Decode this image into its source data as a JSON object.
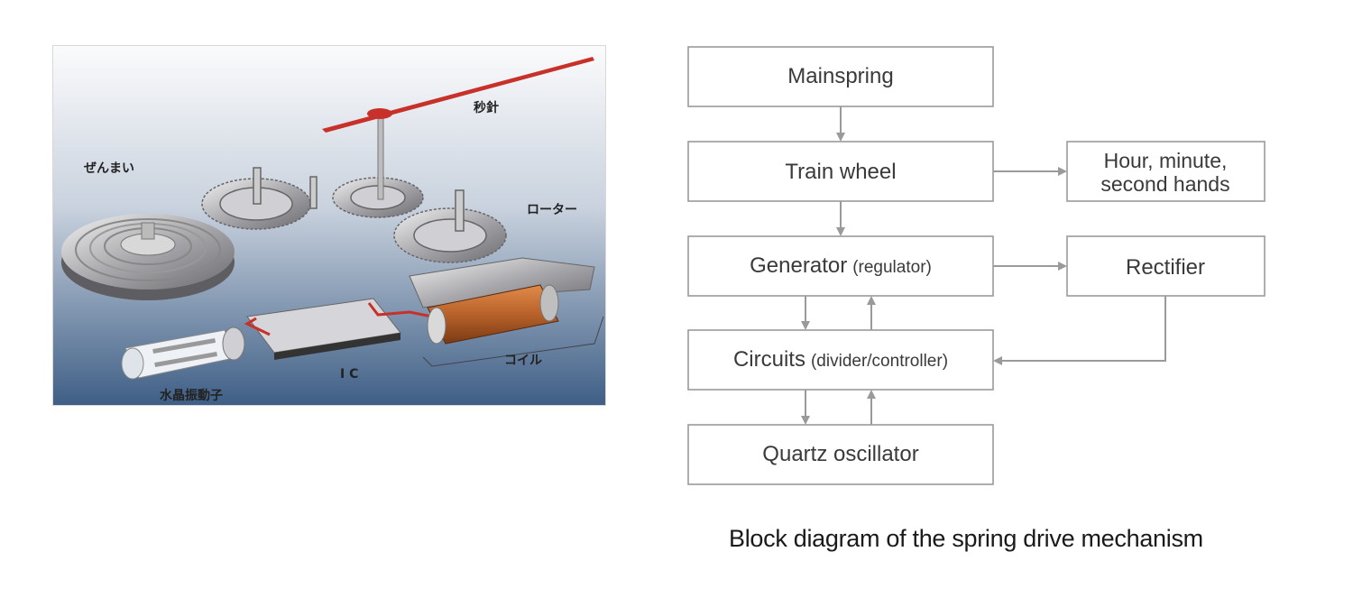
{
  "illustration": {
    "labels": {
      "second_hand": "秒針",
      "mainspring": "ぜんまい",
      "rotor": "ローター",
      "ic": "I C",
      "coil": "コイル",
      "crystal": "水晶振動子"
    }
  },
  "diagram": {
    "mainspring": "Mainspring",
    "train_wheel": "Train wheel",
    "hands_line1": "Hour, minute,",
    "hands_line2": "second hands",
    "generator": "Generator",
    "generator_note": "(regulator)",
    "rectifier": "Rectifier",
    "circuits": "Circuits",
    "circuits_note": "(divider/controller)",
    "quartz": "Quartz oscillator"
  },
  "caption": "Block diagram of the spring drive mechanism",
  "colors": {
    "box_stroke": "#9a9a9a",
    "hand_red": "#c8302a",
    "coil_copper": "#b8622a"
  }
}
